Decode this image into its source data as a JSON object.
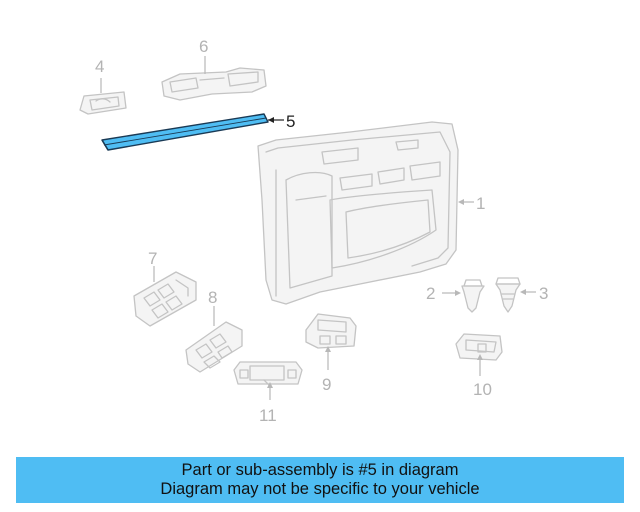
{
  "diagram": {
    "callouts": {
      "c1": "1",
      "c2": "2",
      "c3": "3",
      "c4": "4",
      "c5": "5",
      "c6": "6",
      "c7": "7",
      "c8": "8",
      "c9": "9",
      "c10": "10",
      "c11": "11"
    },
    "highlighted_part": "5",
    "highlight_color": "#4fbdf3",
    "part_line_color": "#c4c4c4"
  },
  "banner": {
    "line1": "Part or sub-assembly is #5 in diagram",
    "line2": "Diagram may not be specific to your vehicle",
    "background": "#4fbdf3"
  }
}
